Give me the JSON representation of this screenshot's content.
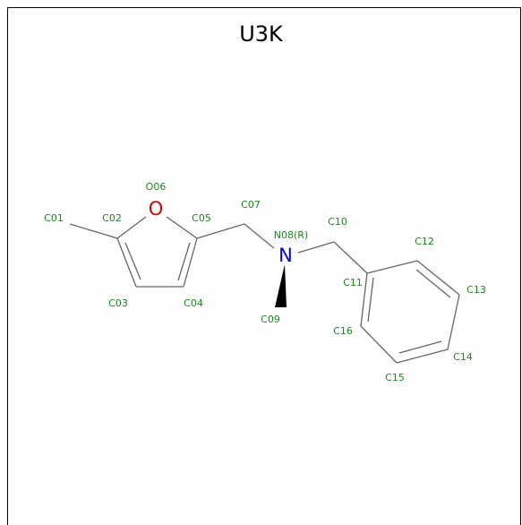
{
  "title": "U3K",
  "colors": {
    "carbon_label": "#1a8a1a",
    "oxygen": "#e00000",
    "nitrogen": "#0000e0",
    "bond": "#666666"
  },
  "heteroatoms": [
    {
      "id": "o",
      "symbol": "O",
      "color": "#e00000"
    },
    {
      "id": "n",
      "symbol": "N",
      "color": "#0000e0"
    }
  ],
  "atom_labels": [
    {
      "id": "O06",
      "text": "O06"
    },
    {
      "id": "C01",
      "text": "C01"
    },
    {
      "id": "C02",
      "text": "C02"
    },
    {
      "id": "C05",
      "text": "C05"
    },
    {
      "id": "C07",
      "text": "C07"
    },
    {
      "id": "N08",
      "text": "N08(R)"
    },
    {
      "id": "C10",
      "text": "C10"
    },
    {
      "id": "C12",
      "text": "C12"
    },
    {
      "id": "C11",
      "text": "C11"
    },
    {
      "id": "C13",
      "text": "C13"
    },
    {
      "id": "C03",
      "text": "C03"
    },
    {
      "id": "C04",
      "text": "C04"
    },
    {
      "id": "C09",
      "text": "C09"
    },
    {
      "id": "C16",
      "text": "C16"
    },
    {
      "id": "C14",
      "text": "C14"
    },
    {
      "id": "C15",
      "text": "C15"
    }
  ]
}
